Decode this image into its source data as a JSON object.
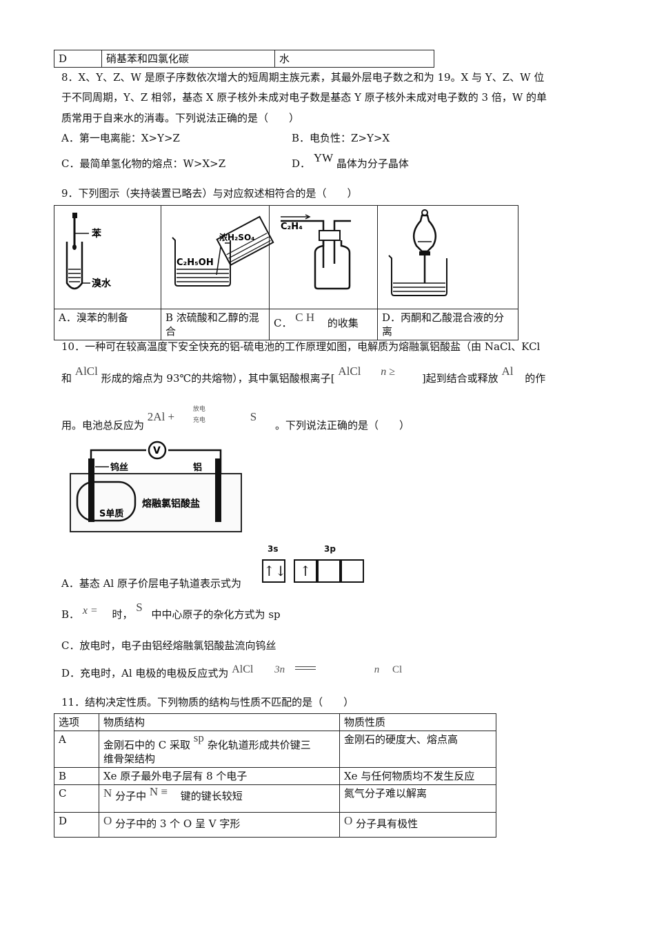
{
  "top_row": {
    "label": "D",
    "reagents": "硝基苯和四氯化碳",
    "extractant": "水"
  },
  "q8": {
    "line1": "8．X、Y、Z、W 是原子序数依次增大的短周期主族元素，其最外层电子数之和为 19。X 与 Y、Z、W 位",
    "line2": "于不同周期，Y、Z 相邻，基态 X 原子核外未成对电子数是基态 Y 原子核外未成对电子数的 3 倍，W 的单",
    "line3": "质常用于自来水的消毒。下列说法正确的是（　　）",
    "optA": "A．第一电离能：X>Y>Z",
    "optB": "B．电负性：Z>Y>X",
    "optC": "C．最简单氢化物的熔点：W>X>Z",
    "optD_prefix": "D．",
    "optD_formula": "YW",
    "optD_suffix": "晶体为分子晶体"
  },
  "q9": {
    "stem": "9．下列图示（夹持装置已略去）与对应叙述相符合的是（　　）",
    "fig_labels": {
      "benzene": "苯",
      "bromine_water": "溴水",
      "conc_acid": "浓H₂SO₄",
      "ethanol": "C₂H₅OH",
      "gas": "C₂H₄"
    },
    "captions": [
      {
        "text": "A．溴苯的制备"
      },
      {
        "text": "B 浓硫酸和乙醇的混合"
      },
      {
        "prefix": "C．",
        "formula": "C  H",
        "suffix": "的收集"
      },
      {
        "text": "D．丙酮和乙酸混合液的分离"
      }
    ]
  },
  "q10": {
    "line1": "10．一种可在较高温度下安全快充的铝-硫电池的工作原理如图，电解质为熔融氯铝酸盐（由 NaCl、KCl",
    "line2_a": "和",
    "line2_f1": "AlCl",
    "line2_b": "形成的熔点为 93℃的共熔物），其中氯铝酸根离子[",
    "line2_f2": "Al",
    "line2_f3": "Cl",
    "line2_f4": "n ≥",
    "line2_c": "]起到结合或释放",
    "line2_f5": "Al",
    "line2_d": "的作",
    "line3_a": "用。电池总反应为",
    "line3_f1": "2Al +",
    "line3_arrow_top": "放电",
    "line3_arrow_bottom": "充电",
    "line3_f2": "S",
    "line3_b": "。下列说法正确的是（　　）",
    "diagram": {
      "meter": "V",
      "left_electrode": "钨丝",
      "right_electrode": "铝",
      "sulfur": "S单质",
      "electrolyte": "熔融氯铝酸盐"
    },
    "orbitals": {
      "s_label": "3s",
      "p_label": "3p",
      "s_box": "↑↓",
      "p_box1": "↑"
    },
    "optA": "A．基态 Al 原子价层电子轨道表示式为",
    "optB_a": "B．",
    "optB_f1": "x =",
    "optB_b": "时，",
    "optB_f2": "S",
    "optB_c": "中中心原子的杂化方式为 sp",
    "optC": "C．放电时，电子由铝经熔融氯铝酸盐流向钨丝",
    "optD_a": "D．充电时，Al 电极的电极反应式为",
    "optD_f1": "Al",
    "optD_f2": "Cl",
    "optD_f3": "3n",
    "optD_f4": "n",
    "optD_f5": "Cl"
  },
  "q11": {
    "stem": "11．结构决定性质。下列物质的结构与性质不匹配的是（　　）",
    "headers": [
      "选项",
      "物质结构",
      "物质性质"
    ],
    "rowA": {
      "opt": "A",
      "s1": "金刚石中的 C 采取",
      "sf": "sp",
      "s2": "杂化轨道形成共价键三",
      "s3": "维骨架结构",
      "prop": "金刚石的硬度大、熔点高"
    },
    "rowB": {
      "opt": "B",
      "struct": "Xe 原子最外电子层有 8 个电子",
      "prop": "Xe 与任何物质均不发生反应"
    },
    "rowC": {
      "opt": "C",
      "f1": "N",
      "s1": "分子中",
      "f2": "N ≡",
      "s2": "键的键长较短",
      "prop": "氮气分子难以解离"
    },
    "rowD": {
      "opt": "D",
      "f1": "O",
      "s1": "分子中的 3 个 O 呈 V 字形",
      "pf": "O",
      "prop": "分子具有极性"
    }
  }
}
